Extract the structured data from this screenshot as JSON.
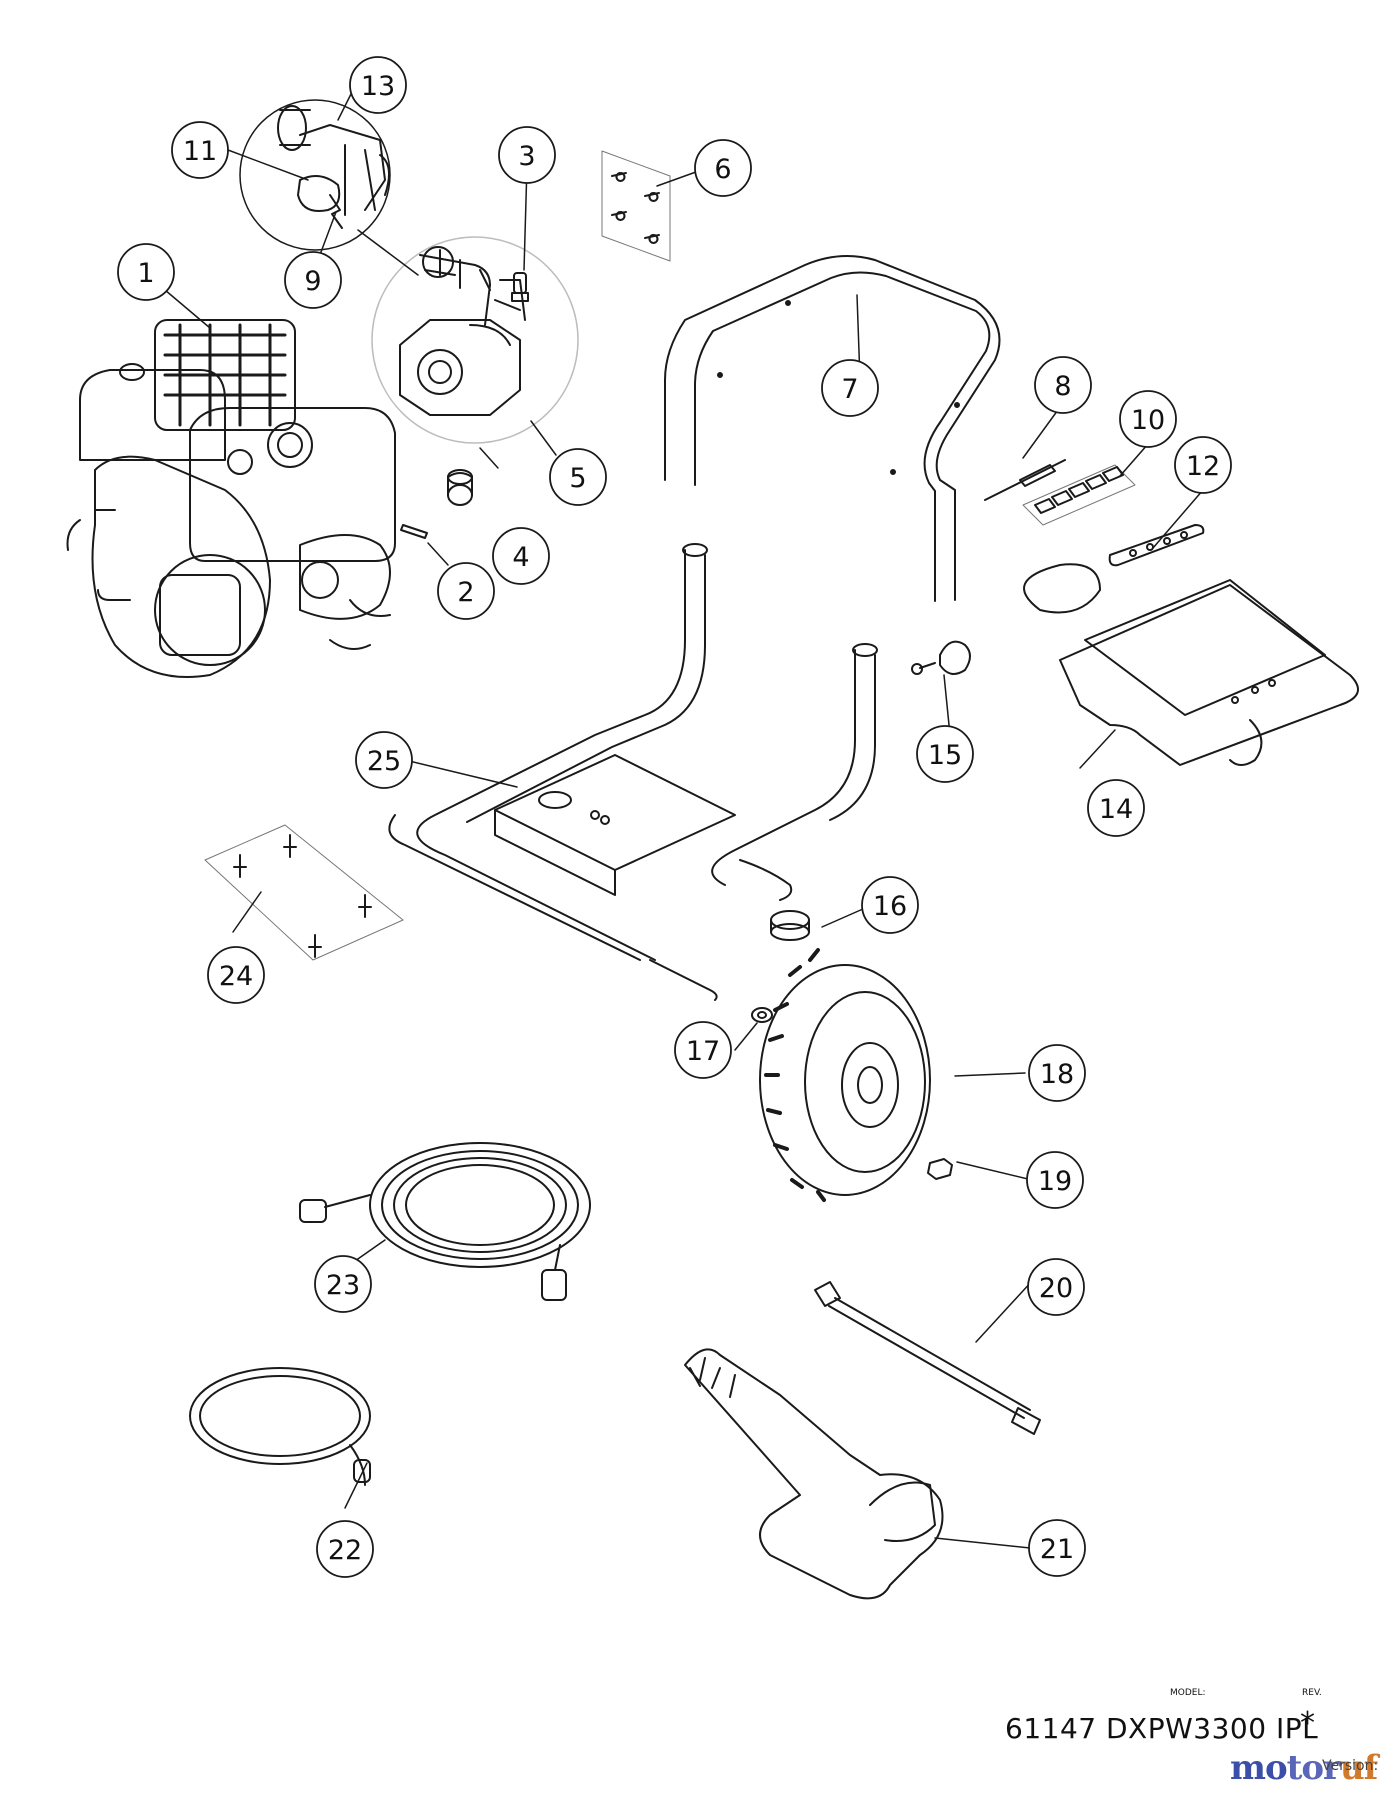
{
  "callouts": [
    "1",
    "2",
    "3",
    "4",
    "5",
    "6",
    "7",
    "8",
    "9",
    "10",
    "11",
    "12",
    "13",
    "14",
    "15",
    "16",
    "17",
    "18",
    "19",
    "20",
    "21",
    "22",
    "23",
    "24",
    "25"
  ],
  "title_block": {
    "model_caption": "MODEL:",
    "model_text": "61147 DXPW3300 IPL",
    "rev_caption": "REV.",
    "rev_value": "*",
    "version_label": "Version:"
  },
  "watermark": {
    "part_a": "mo",
    "part_b": "tor",
    "part_c": "uf"
  },
  "colors": {
    "line": "#1a1a1a",
    "background": "#ffffff"
  }
}
